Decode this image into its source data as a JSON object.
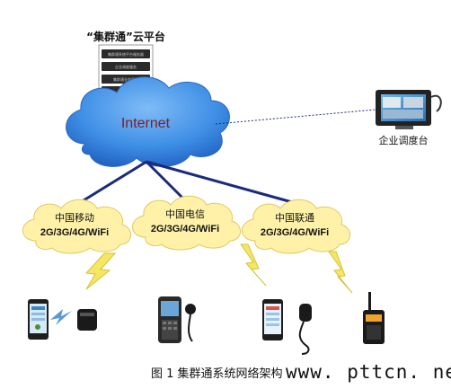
{
  "platform": {
    "title": "“集群通”云平台",
    "rack_lines": [
      "集群通系统平台服务器",
      "企业调度服务",
      "集群通业务服务"
    ]
  },
  "internet": {
    "label": "Internet"
  },
  "dispatch": {
    "label": "企业调度台"
  },
  "carriers": [
    {
      "name": "中国移动",
      "networks": "2G/3G/4G/WiFi"
    },
    {
      "name": "中国电信",
      "networks": "2G/3G/4G/WiFi"
    },
    {
      "name": "中国联通",
      "networks": "2G/3G/4G/WiFi"
    }
  ],
  "caption": "图 1 集群通系统网络架构",
  "watermark": "www. pttcn. net",
  "colors": {
    "cloud_fill": "#3f8fe6",
    "internet_text": "#8b1a1a",
    "link_line": "#1a2b7a",
    "carrier_cloud": "#fff2a8",
    "lightning": "#f5e663"
  },
  "icons": [
    "server-rack-icon",
    "dispatch-console-icon",
    "cloud-icon",
    "lightning-icon",
    "smartphone-icon",
    "radio-icon",
    "walkie-talkie-icon",
    "handheld-terminal-icon",
    "speaker-mic-icon"
  ]
}
